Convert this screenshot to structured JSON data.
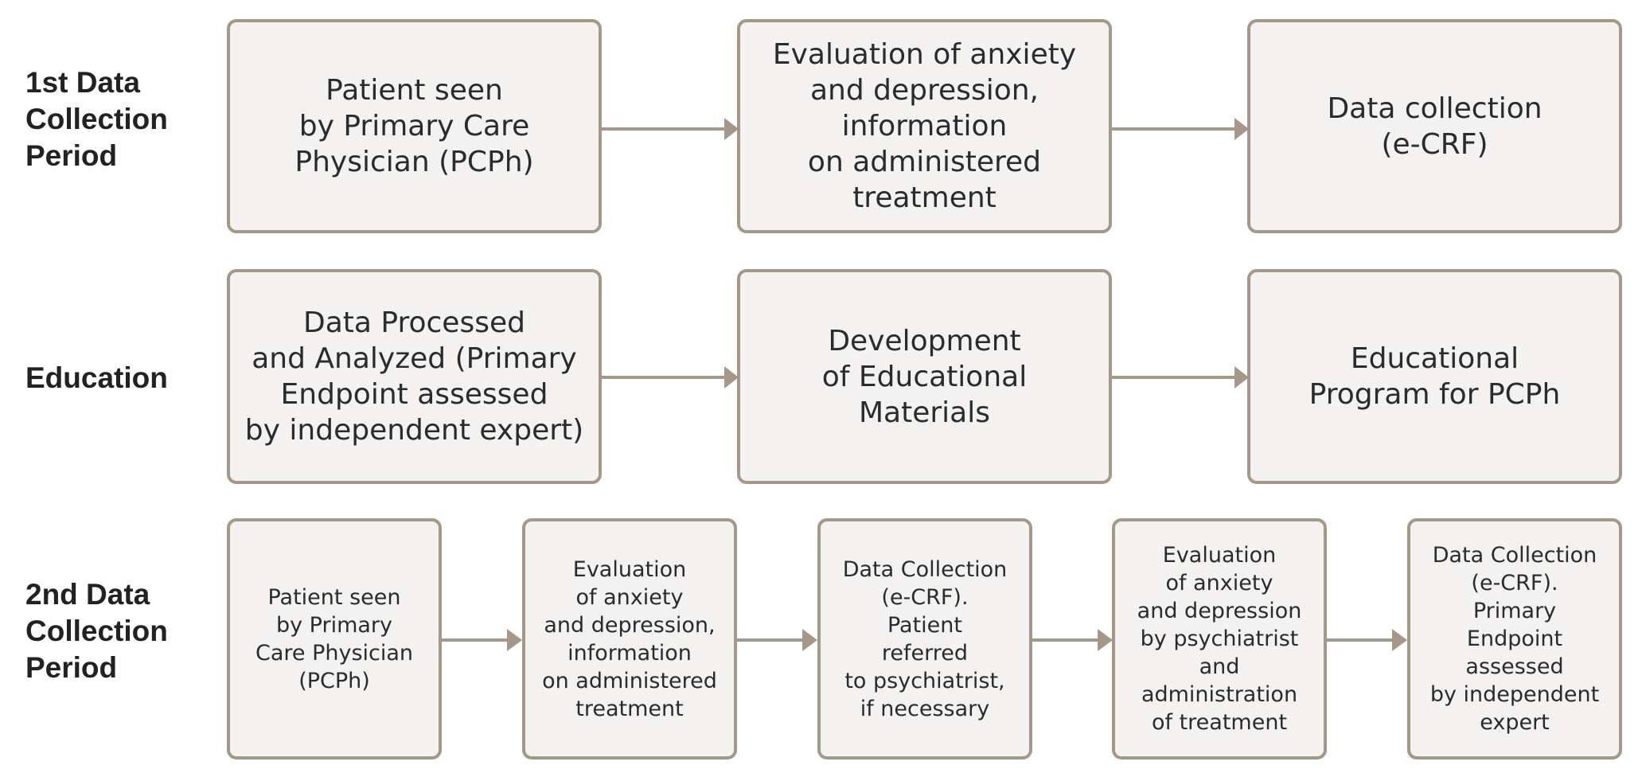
{
  "colors": {
    "box_fill": "#f3f2f1",
    "box_border": "#a59888",
    "arrow": "#a59888",
    "text": "#2b2b2b",
    "label": "#222222"
  },
  "rows": [
    {
      "label": "1st Data\nCollection\nPeriod",
      "boxes": [
        "Patient seen\nby Primary Care\nPhysician (PCPh)",
        "Evaluation of anxiety\nand depression,\ninformation\non administered\ntreatment",
        "Data collection\n(e-CRF)"
      ]
    },
    {
      "label": "Education",
      "boxes": [
        "Data Processed\nand Analyzed (Primary\nEndpoint assessed\nby independent expert)",
        "Development\nof Educational\nMaterials",
        "Educational\nProgram for PCPh"
      ]
    },
    {
      "label": "2nd Data\nCollection\nPeriod",
      "boxes": [
        "Patient seen\nby Primary\nCare Physician\n(PCPh)",
        "Evaluation\nof anxiety\nand depression,\ninformation\non administered\ntreatment",
        "Data Collection\n(e-CRF).\nPatient\nreferred\nto psychiatrist,\nif necessary",
        "Evaluation\nof anxiety\nand depression\nby psychiatrist\nand\nadministration\nof treatment",
        "Data Collection\n(e-CRF).\nPrimary\nEndpoint\nassessed\nby independent\nexpert"
      ]
    }
  ]
}
